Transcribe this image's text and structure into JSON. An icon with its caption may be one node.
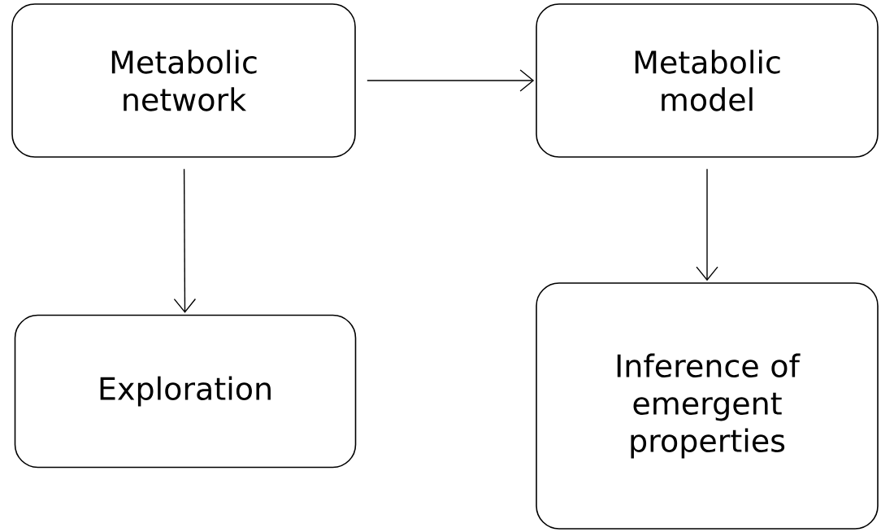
{
  "diagram": {
    "nodes": [
      {
        "text": [
          "Metabolic network"
        ]
      },
      {
        "text": [
          "Metabolic model"
        ]
      },
      {
        "text": [
          "Exploration"
        ]
      },
      {
        "text": [
          "Inference of emergent properties"
        ]
      }
    ],
    "edges": [
      {
        "from": 0,
        "to": 1,
        "arrow": "to"
      },
      {
        "from": 0,
        "to": 2,
        "arrow": "to"
      },
      {
        "from": 1,
        "to": 3,
        "arrow": "to"
      }
    ]
  }
}
